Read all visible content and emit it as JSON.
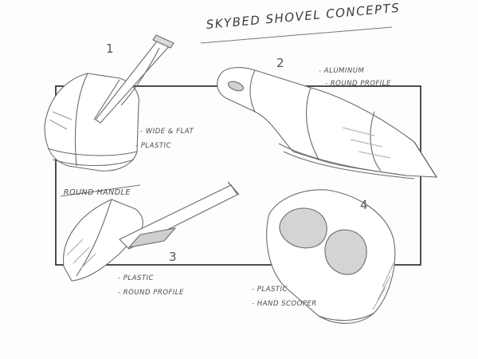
{
  "title": "SKYBED SHOVEL CONCEPTS",
  "concepts": [
    {
      "number": "1",
      "notes": [
        "- WIDE & FLAT",
        "- PLASTIC"
      ]
    },
    {
      "number": "2",
      "notes": [
        "- ALUMINUM",
        "- ROUND PROFILE"
      ]
    },
    {
      "number": "3",
      "heading": "ROUND HANDLE",
      "notes": [
        "- PLASTIC",
        "- ROUND PROFILE"
      ]
    },
    {
      "number": "4",
      "notes": [
        "- PLASTIC",
        "- HAND SCOOPER"
      ]
    }
  ],
  "colors": {
    "stroke": "#6b6b6b",
    "shade": "#c8c8c8",
    "frame": "#222222"
  }
}
